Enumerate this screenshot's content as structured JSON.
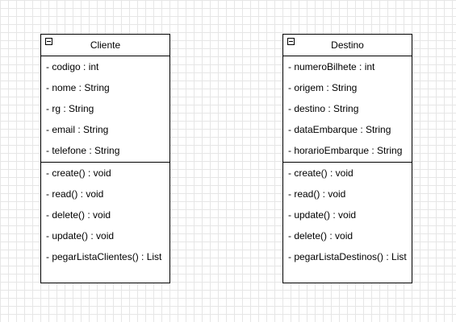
{
  "classes": [
    {
      "name": "Cliente",
      "attributes": [
        "- codigo : int",
        "- nome : String",
        "- rg : String",
        "- email : String",
        "- telefone : String"
      ],
      "methods": [
        "- create() : void",
        "- read() : void",
        "- delete() :  void",
        "- update() : void",
        "- pegarListaClientes() : List"
      ]
    },
    {
      "name": "Destino",
      "attributes": [
        "- numeroBilhete : int",
        "- origem : String",
        "- destino : String",
        "- dataEmbarque : String",
        "- horarioEmbarque : String"
      ],
      "methods": [
        "- create() : void",
        "- read() : void",
        "- update() : void",
        "- delete() :  void",
        "- pegarListaDestinos() : List"
      ]
    }
  ],
  "icons": {
    "collapse": "collapse-minus-icon"
  }
}
